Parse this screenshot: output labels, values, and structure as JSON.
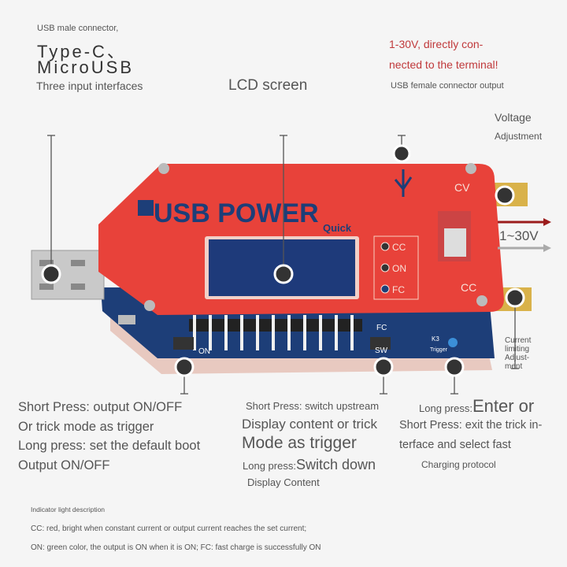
{
  "labels": {
    "usb_male": "USB male connector,",
    "type_c": "Type-C、",
    "micro_usb": "MicroUSB",
    "three_inputs": "Three input interfaces",
    "lcd": "LCD screen",
    "warning_1": "1-30V, directly con-",
    "warning_2": "nected to the terminal!",
    "usb_female": "USB female connector output",
    "voltage": "Voltage",
    "adjustment": "Adjustment",
    "output_range": "1~30V",
    "current_limiting": [
      "Current",
      "limiting",
      "Adjust-",
      "ment"
    ]
  },
  "device": {
    "brand": "USB POWER",
    "sub": "Quick",
    "indicators": [
      "CC",
      "ON",
      "FC"
    ],
    "knob_cv": "CV",
    "knob_cc": "CC",
    "button_on": "ON",
    "button_sw": "SW",
    "label_fc": "FC",
    "label_k3": "K3",
    "label_trigger": "Trigger"
  },
  "descriptions": {
    "on_button": [
      "Short Press: output ON/OFF",
      "Or trick mode as trigger",
      "Long press: set the default boot",
      "Output ON/OFF"
    ],
    "sw_button": {
      "line1": "Short Press: switch upstream",
      "line2": "Display content or trick",
      "line3": "Mode as trigger",
      "line4_small": "Long press:",
      "line4_big": "Switch down",
      "line5": "Display Content"
    },
    "trigger_button": {
      "line1_small": "Long press:",
      "line1_big": "Enter or",
      "line2": "Short Press: exit the trick in-",
      "line3": "terface and select fast",
      "line4": "Charging protocol"
    }
  },
  "indicator_notes": {
    "title": "Indicator light description",
    "cc": "CC: red, bright when constant current or output current reaches the set current;",
    "on_fc": "ON: green color, the output is ON when it is ON; FC: fast charge is successfully ON"
  },
  "colors": {
    "plate": "#e8423a",
    "pcb": "#1d3e78",
    "lcd": "#1e3a7a",
    "warning": "#c0393b",
    "arrow_red": "#9b1c1c",
    "arrow_gray": "#aaaaaa"
  }
}
